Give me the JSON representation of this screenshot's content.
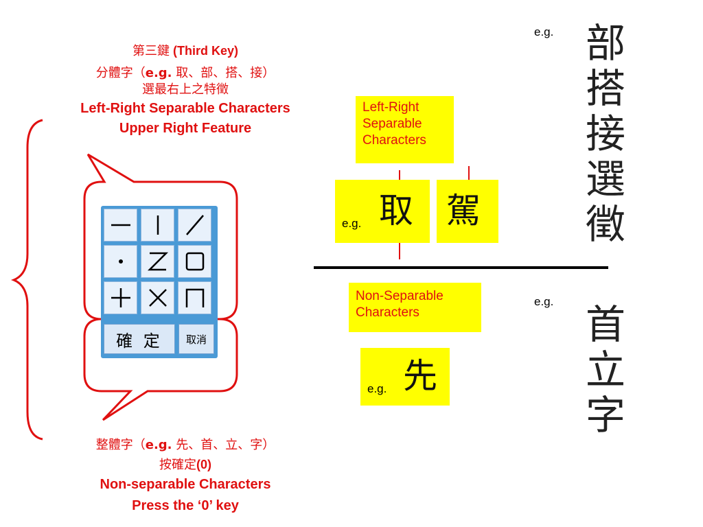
{
  "third_key": {
    "title_cn": "第三鍵",
    "title_en": "(Third Key)",
    "line1_pre": "分體字（",
    "line1_eg": "e.g.",
    "line1_post": " 取、部、搭、接）",
    "line2": "選最右上之特徵",
    "line3": "Left-Right Separable Characters",
    "line4": "Upper Right Feature"
  },
  "keypad": {
    "keys": [
      "一",
      "丨",
      "丿",
      "丶",
      "乙",
      "口",
      "十",
      "乂",
      "冂"
    ],
    "key_icons": [
      "horizontal-stroke-icon",
      "vertical-stroke-icon",
      "slash-stroke-icon",
      "dot-stroke-icon",
      "z-stroke-icon",
      "square-icon",
      "plus-icon",
      "cross-icon",
      "arch-icon"
    ],
    "confirm_label": "確 定",
    "cancel_label": "取消"
  },
  "non_separable": {
    "line1_pre": "整體字（",
    "line1_eg": "e.g.",
    "line1_post": " 先、首、立、字）",
    "line2_pre": "按確定",
    "line2_bold": "(0)",
    "line3": "Non-separable Characters",
    "line4": "Press the ‘0’ key"
  },
  "right": {
    "lr_label": [
      "Left-Right",
      "Separable",
      "Characters"
    ],
    "eg1_label": "e.g.",
    "eg1_char": "取",
    "eg2_char": "駕",
    "top_eg": "e.g.",
    "vertical_top": [
      "部",
      "搭",
      "接",
      "選",
      "徵"
    ],
    "ns_label": [
      "Non-Separable",
      "Characters"
    ],
    "bottom_eg": "e.g.",
    "vertical_bottom": [
      "首",
      "立",
      "字"
    ],
    "eg3_label": "e.g.",
    "eg3_char": "先"
  },
  "colors": {
    "accent_red": "#e01010",
    "highlight_yellow": "#ffff00",
    "keypad_blue": "#4a9ad6"
  }
}
